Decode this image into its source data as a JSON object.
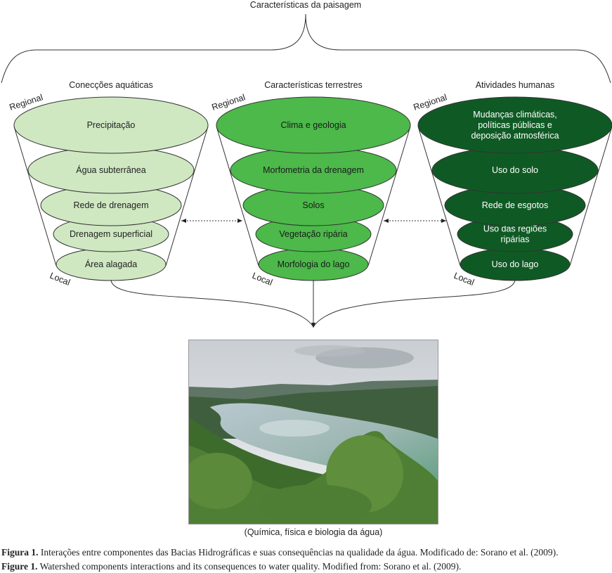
{
  "title": "Características da paisagem",
  "funnels": [
    {
      "heading": "Conecções aquáticas",
      "top_label": "Regional",
      "bottom_label": "Local",
      "fill": "#cfe8c2",
      "text_color": "#222222",
      "layers": [
        "Precipitação",
        "Água subterrânea",
        "Rede de drenagem",
        "Drenagem superficial",
        "Área alagada"
      ]
    },
    {
      "heading": "Características terrestres",
      "top_label": "Regional",
      "bottom_label": "Local",
      "fill": "#4cb94a",
      "text_color": "#1a1a1a",
      "layers": [
        "Clima e geologia",
        "Morfometria da drenagem",
        "Solos",
        "Vegetação ripária",
        "Morfologia do lago"
      ]
    },
    {
      "heading": "Atividades humanas",
      "top_label": "Regional",
      "bottom_label": "Local",
      "fill": "#0f5a24",
      "text_color": "#ffffff",
      "layers": [
        [
          "Mudanças climáticas,",
          "políticas públicas e",
          "deposição atmosférica"
        ],
        [
          "Uso do solo"
        ],
        [
          "Rede de esgotos"
        ],
        [
          "Uso das regiões",
          "ripárias"
        ],
        [
          "Uso do lago"
        ]
      ]
    }
  ],
  "photo": {
    "description": "Lake landscape photo with forested hills",
    "caption": "(Química, física e biologia da água)"
  },
  "figure_caption_pt": {
    "label": "Figura 1.",
    "text": " Interações entre componentes das Bacias Hidrográficas e suas consequências na qualidade da água. Modificado de: Sorano et al. (2009)."
  },
  "figure_caption_en": {
    "label": "Figure 1.",
    "text": " Watershed components interactions and its consequences to water quality. Modified from: Sorano et al. (2009)."
  }
}
